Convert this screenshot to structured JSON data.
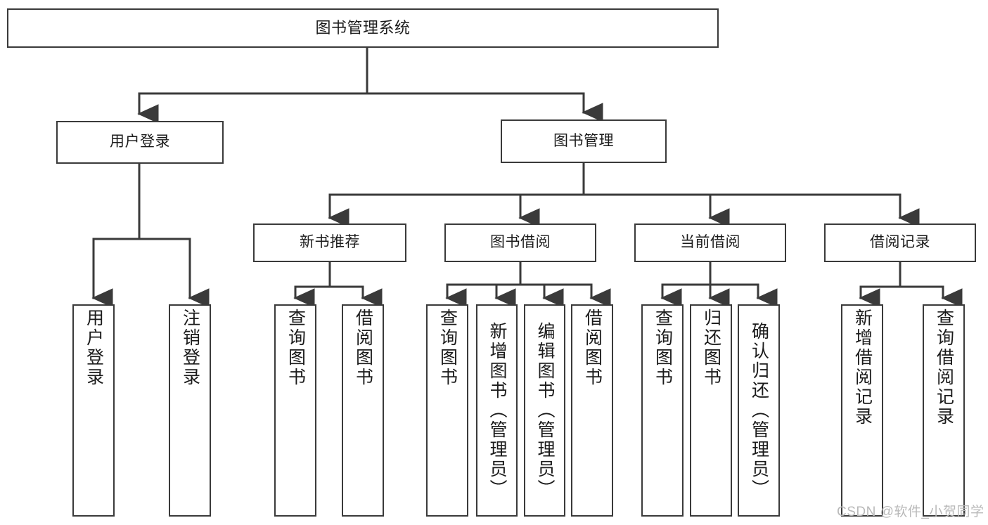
{
  "diagram": {
    "title": "图书管理系统",
    "type": "功能结构图",
    "style": {
      "box_border_color": "#3a3a3a",
      "box_fill_color": "#ffffff",
      "connector_color": "#3a3a3a",
      "background_color": "#ffffff",
      "text_color": "#1b1b1b",
      "watermark_color": "#b9b9b9"
    },
    "watermark": "CSDN @软件_小贺同学",
    "nodes": {
      "root": {
        "label": "图书管理系统"
      },
      "level1": [
        {
          "label": "用户登录"
        },
        {
          "label": "图书管理"
        }
      ],
      "level2": [
        {
          "label": "新书推荐"
        },
        {
          "label": "图书借阅"
        },
        {
          "label": "当前借阅"
        },
        {
          "label": "借阅记录"
        }
      ],
      "leaves": {
        "user_login": [
          {
            "label": "用户登录"
          },
          {
            "label": "注销登录"
          }
        ],
        "new_book_recommend": [
          {
            "label": "查询图书"
          },
          {
            "label": "借阅图书"
          }
        ],
        "book_borrow": [
          {
            "label": "查询图书"
          },
          {
            "label": "新增图书（管理员）"
          },
          {
            "label": "编辑图书（管理员）"
          },
          {
            "label": "借阅图书"
          }
        ],
        "current_borrow": [
          {
            "label": "查询图书"
          },
          {
            "label": "归还图书"
          },
          {
            "label": "确认归还（管理员）"
          }
        ],
        "borrow_record": [
          {
            "label": "新增借阅记录"
          },
          {
            "label": "查询借阅记录"
          }
        ]
      }
    }
  }
}
